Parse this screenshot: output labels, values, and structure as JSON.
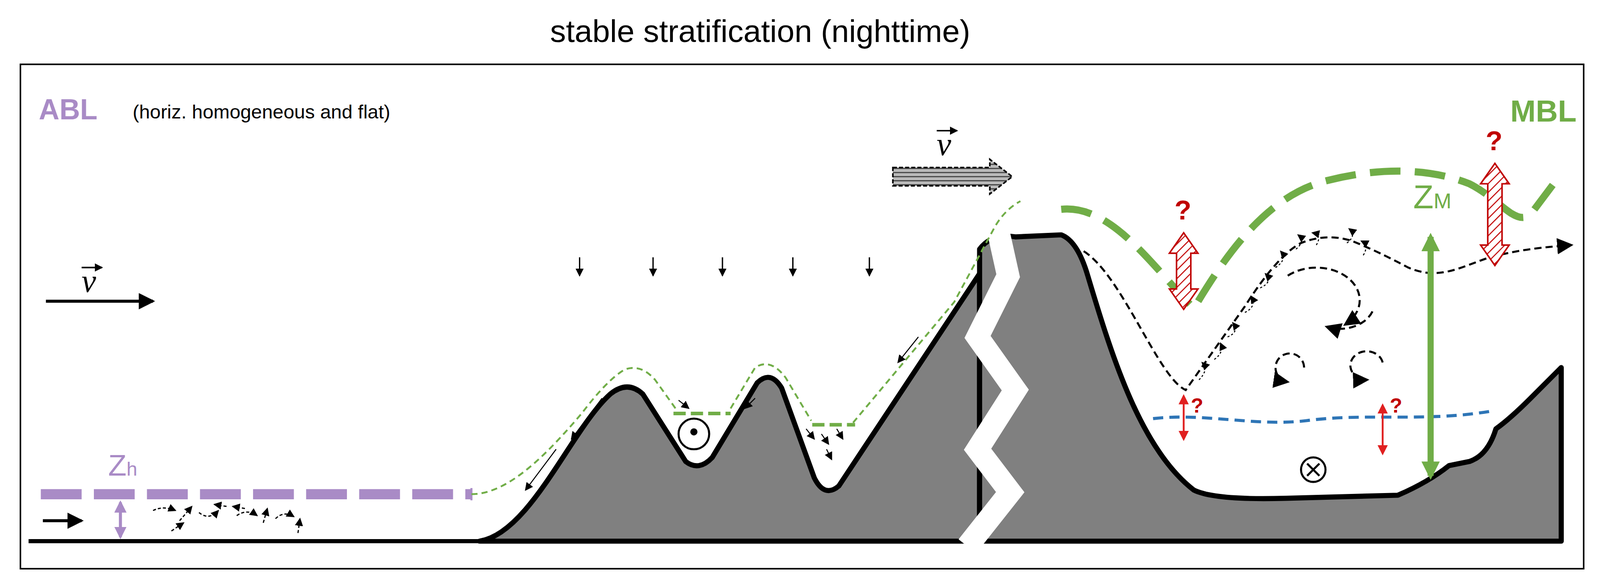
{
  "diagram": {
    "title": "stable stratification (nighttime)",
    "labels": [
      "ABL",
      "(horiz. homogeneous and flat)",
      "MBL",
      "Zh",
      "ZM",
      "v",
      "v",
      "?",
      "?",
      "?",
      "?"
    ]
  }
}
